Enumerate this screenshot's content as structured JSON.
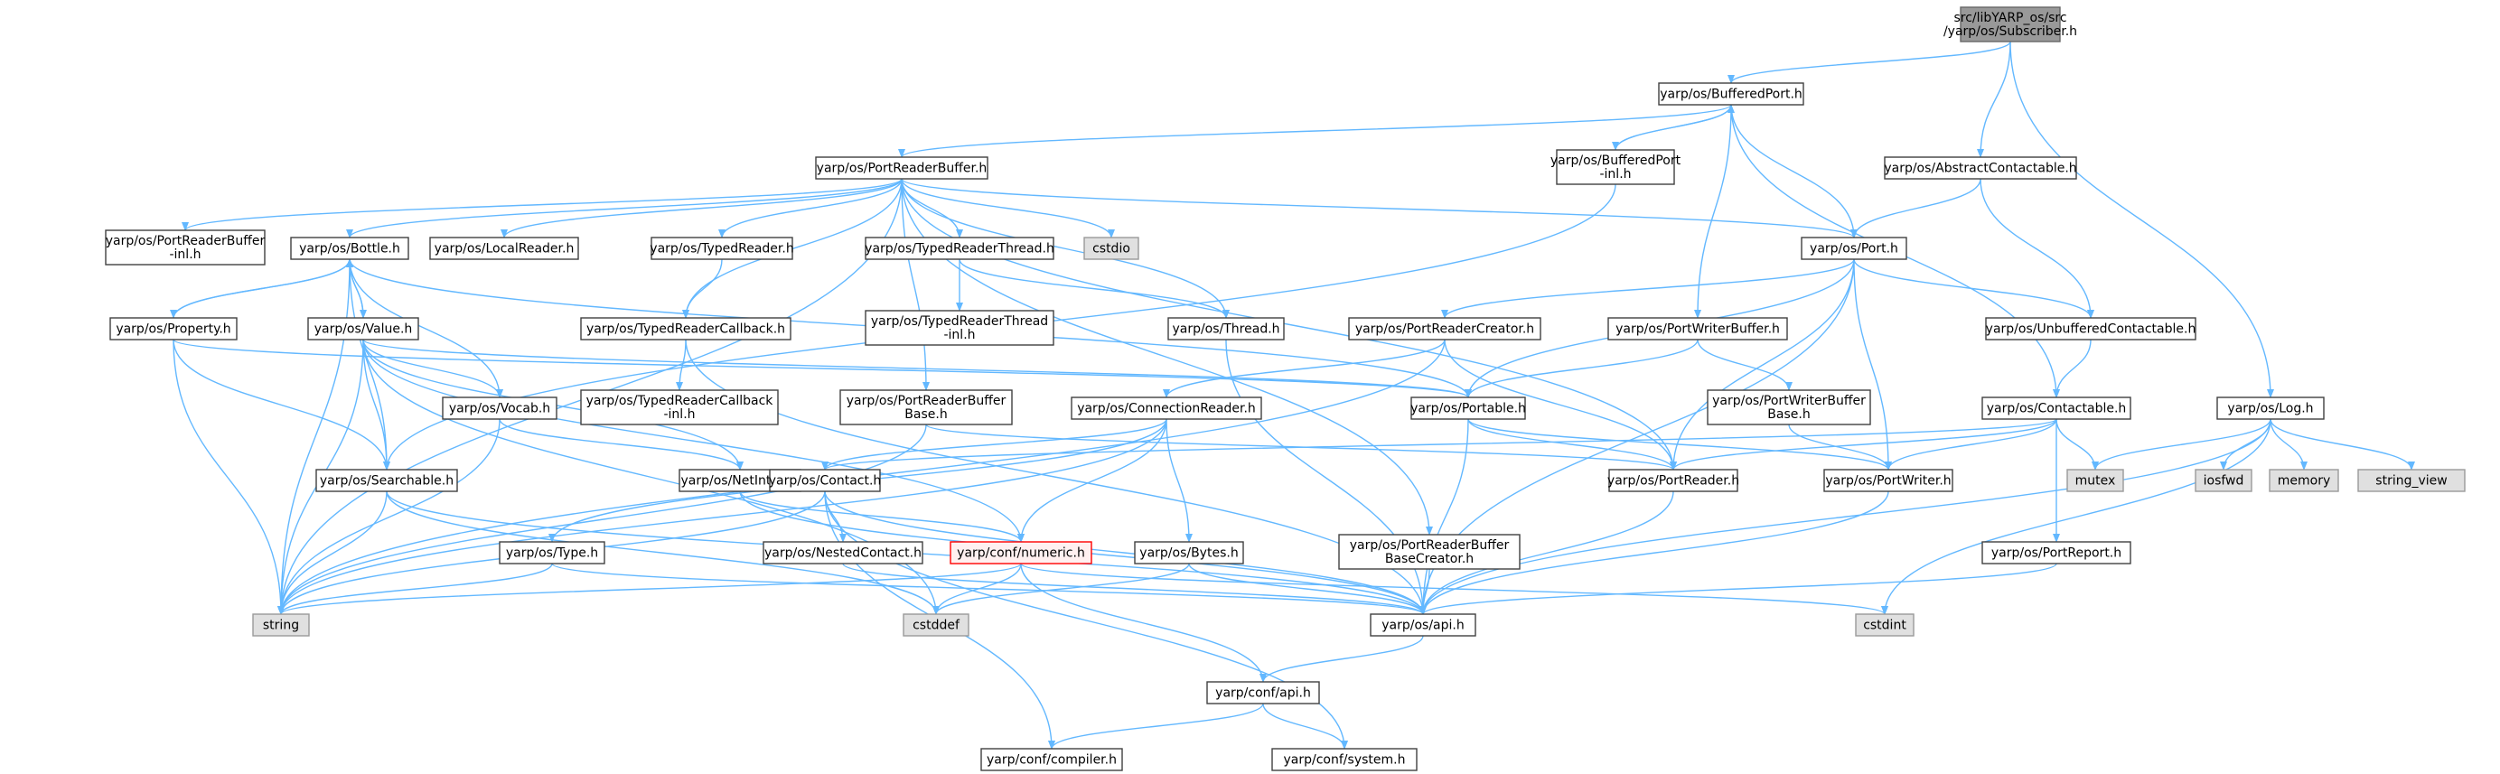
{
  "colors": {
    "edge": "#63b8ff",
    "normal_fill": "#ffffff",
    "normal_border": "#404040",
    "root_fill": "#999999",
    "root_border": "#666666",
    "system_fill": "#e0e0e0",
    "system_border": "#999999",
    "warning_fill": "#fff0f0",
    "warning_border": "#ff0000"
  },
  "nodes": [
    {
      "id": "subscriber",
      "lines": [
        "src/libYARP_os/src",
        "/yarp/os/Subscriber.h"
      ],
      "kind": "root"
    },
    {
      "id": "bufferedport",
      "lines": [
        "yarp/os/BufferedPort.h"
      ],
      "kind": "normal"
    },
    {
      "id": "portreaderbuffer",
      "lines": [
        "yarp/os/PortReaderBuffer.h"
      ],
      "kind": "normal"
    },
    {
      "id": "bufferedport_inl",
      "lines": [
        "yarp/os/BufferedPort",
        "-inl.h"
      ],
      "kind": "normal"
    },
    {
      "id": "abstractcontactable",
      "lines": [
        "yarp/os/AbstractContactable.h"
      ],
      "kind": "normal"
    },
    {
      "id": "portreaderbuffer_inl",
      "lines": [
        "yarp/os/PortReaderBuffer",
        "-inl.h"
      ],
      "kind": "normal"
    },
    {
      "id": "bottle",
      "lines": [
        "yarp/os/Bottle.h"
      ],
      "kind": "normal"
    },
    {
      "id": "localreader",
      "lines": [
        "yarp/os/LocalReader.h"
      ],
      "kind": "normal"
    },
    {
      "id": "typedreader",
      "lines": [
        "yarp/os/TypedReader.h"
      ],
      "kind": "normal"
    },
    {
      "id": "typedreaderthread",
      "lines": [
        "yarp/os/TypedReaderThread.h"
      ],
      "kind": "normal"
    },
    {
      "id": "cstdio",
      "lines": [
        "cstdio"
      ],
      "kind": "system"
    },
    {
      "id": "port",
      "lines": [
        "yarp/os/Port.h"
      ],
      "kind": "normal"
    },
    {
      "id": "property",
      "lines": [
        "yarp/os/Property.h"
      ],
      "kind": "normal"
    },
    {
      "id": "value",
      "lines": [
        "yarp/os/Value.h"
      ],
      "kind": "normal"
    },
    {
      "id": "typedreadercallback",
      "lines": [
        "yarp/os/TypedReaderCallback.h"
      ],
      "kind": "normal"
    },
    {
      "id": "typedreaderthread_inl",
      "lines": [
        "yarp/os/TypedReaderThread",
        "-inl.h"
      ],
      "kind": "normal"
    },
    {
      "id": "thread",
      "lines": [
        "yarp/os/Thread.h"
      ],
      "kind": "normal"
    },
    {
      "id": "portreadercreator",
      "lines": [
        "yarp/os/PortReaderCreator.h"
      ],
      "kind": "normal"
    },
    {
      "id": "portwriterbuffer",
      "lines": [
        "yarp/os/PortWriterBuffer.h"
      ],
      "kind": "normal"
    },
    {
      "id": "unbufferedcontactable",
      "lines": [
        "yarp/os/UnbufferedContactable.h"
      ],
      "kind": "normal"
    },
    {
      "id": "typedreadercallback_inl",
      "lines": [
        "yarp/os/TypedReaderCallback",
        "-inl.h"
      ],
      "kind": "normal"
    },
    {
      "id": "portreaderbufferbase",
      "lines": [
        "yarp/os/PortReaderBuffer",
        "Base.h"
      ],
      "kind": "normal"
    },
    {
      "id": "vocab",
      "lines": [
        "yarp/os/Vocab.h"
      ],
      "kind": "normal"
    },
    {
      "id": "connectionreader",
      "lines": [
        "yarp/os/ConnectionReader.h"
      ],
      "kind": "normal"
    },
    {
      "id": "portable",
      "lines": [
        "yarp/os/Portable.h"
      ],
      "kind": "normal"
    },
    {
      "id": "portwriterbufferbase",
      "lines": [
        "yarp/os/PortWriterBuffer",
        "Base.h"
      ],
      "kind": "normal"
    },
    {
      "id": "contactable",
      "lines": [
        "yarp/os/Contactable.h"
      ],
      "kind": "normal"
    },
    {
      "id": "log",
      "lines": [
        "yarp/os/Log.h"
      ],
      "kind": "normal"
    },
    {
      "id": "searchable",
      "lines": [
        "yarp/os/Searchable.h"
      ],
      "kind": "normal"
    },
    {
      "id": "nestedint32",
      "lines": [
        "yarp/os/NetInt32.h"
      ],
      "kind": "normal"
    },
    {
      "id": "contact",
      "lines": [
        "yarp/os/Contact.h"
      ],
      "kind": "normal"
    },
    {
      "id": "portreader",
      "lines": [
        "yarp/os/PortReader.h"
      ],
      "kind": "normal"
    },
    {
      "id": "portwriter",
      "lines": [
        "yarp/os/PortWriter.h"
      ],
      "kind": "normal"
    },
    {
      "id": "mutex",
      "lines": [
        "mutex"
      ],
      "kind": "system"
    },
    {
      "id": "iosfwd",
      "lines": [
        "iosfwd"
      ],
      "kind": "system"
    },
    {
      "id": "memory",
      "lines": [
        "memory"
      ],
      "kind": "system"
    },
    {
      "id": "string_view",
      "lines": [
        "string_view"
      ],
      "kind": "system"
    },
    {
      "id": "type",
      "lines": [
        "yarp/os/Type.h"
      ],
      "kind": "normal"
    },
    {
      "id": "nestedcontact",
      "lines": [
        "yarp/os/NestedContact.h"
      ],
      "kind": "normal"
    },
    {
      "id": "numeric",
      "lines": [
        "yarp/conf/numeric.h"
      ],
      "kind": "warning"
    },
    {
      "id": "bytes",
      "lines": [
        "yarp/os/Bytes.h"
      ],
      "kind": "normal"
    },
    {
      "id": "portreaderbufferbasecreator",
      "lines": [
        "yarp/os/PortReaderBuffer",
        "BaseCreator.h"
      ],
      "kind": "normal"
    },
    {
      "id": "portreport",
      "lines": [
        "yarp/os/PortReport.h"
      ],
      "kind": "normal"
    },
    {
      "id": "string",
      "lines": [
        "string"
      ],
      "kind": "system"
    },
    {
      "id": "cstddef",
      "lines": [
        "cstddef"
      ],
      "kind": "system"
    },
    {
      "id": "api",
      "lines": [
        "yarp/os/api.h"
      ],
      "kind": "normal"
    },
    {
      "id": "cstdint",
      "lines": [
        "cstdint"
      ],
      "kind": "system"
    },
    {
      "id": "confapi",
      "lines": [
        "yarp/conf/api.h"
      ],
      "kind": "normal"
    },
    {
      "id": "compiler",
      "lines": [
        "yarp/conf/compiler.h"
      ],
      "kind": "normal"
    },
    {
      "id": "system",
      "lines": [
        "yarp/conf/system.h"
      ],
      "kind": "normal"
    }
  ],
  "edges": [
    [
      "subscriber",
      "bufferedport"
    ],
    [
      "subscriber",
      "abstractcontactable"
    ],
    [
      "subscriber",
      "log"
    ],
    [
      "bufferedport",
      "portreaderbuffer"
    ],
    [
      "bufferedport",
      "bufferedport_inl"
    ],
    [
      "bufferedport",
      "port"
    ],
    [
      "bufferedport",
      "portwriterbuffer"
    ],
    [
      "bufferedport",
      "contactable"
    ],
    [
      "bufferedport_inl",
      "bufferedport"
    ],
    [
      "bufferedport_inl",
      "searchable"
    ],
    [
      "abstractcontactable",
      "port"
    ],
    [
      "abstractcontactable",
      "unbufferedcontactable"
    ],
    [
      "portreaderbuffer",
      "portreaderbuffer_inl"
    ],
    [
      "portreaderbuffer",
      "bottle"
    ],
    [
      "portreaderbuffer",
      "localreader"
    ],
    [
      "portreaderbuffer",
      "typedreader"
    ],
    [
      "portreaderbuffer",
      "typedreaderthread"
    ],
    [
      "portreaderbuffer",
      "cstdio"
    ],
    [
      "portreaderbuffer",
      "port"
    ],
    [
      "portreaderbuffer",
      "typedreadercallback"
    ],
    [
      "portreaderbuffer",
      "thread"
    ],
    [
      "portreaderbuffer",
      "portreaderbufferbase"
    ],
    [
      "portreaderbuffer",
      "portreaderbufferbasecreator"
    ],
    [
      "portreaderbuffer",
      "portreader"
    ],
    [
      "portreaderbuffer",
      "string"
    ],
    [
      "bottle",
      "property"
    ],
    [
      "bottle",
      "value"
    ],
    [
      "bottle",
      "vocab"
    ],
    [
      "bottle",
      "searchable"
    ],
    [
      "bottle",
      "portable"
    ],
    [
      "bottle",
      "string"
    ],
    [
      "property",
      "bottle"
    ],
    [
      "property",
      "searchable"
    ],
    [
      "property",
      "portable"
    ],
    [
      "property",
      "string"
    ],
    [
      "value",
      "bottle"
    ],
    [
      "value",
      "vocab"
    ],
    [
      "value",
      "searchable"
    ],
    [
      "value",
      "numeric"
    ],
    [
      "value",
      "portable"
    ],
    [
      "value",
      "string"
    ],
    [
      "value",
      "cstddef"
    ],
    [
      "value",
      "nestedint32"
    ],
    [
      "typedreader",
      "typedreadercallback"
    ],
    [
      "typedreadercallback",
      "typedreadercallback_inl"
    ],
    [
      "typedreadercallback",
      "api"
    ],
    [
      "typedreaderthread",
      "typedreaderthread_inl"
    ],
    [
      "typedreaderthread",
      "thread"
    ],
    [
      "thread",
      "api"
    ],
    [
      "port",
      "portreadercreator"
    ],
    [
      "port",
      "unbufferedcontactable"
    ],
    [
      "port",
      "portable"
    ],
    [
      "port",
      "portreader"
    ],
    [
      "port",
      "portwriter"
    ],
    [
      "port",
      "api"
    ],
    [
      "portreadercreator",
      "portreader"
    ],
    [
      "portreadercreator",
      "connectionreader"
    ],
    [
      "portreadercreator",
      "string"
    ],
    [
      "portwriterbuffer",
      "portwriterbufferbase"
    ],
    [
      "portwriterbuffer",
      "portable"
    ],
    [
      "portwriterbufferbase",
      "portwriter"
    ],
    [
      "unbufferedcontactable",
      "contactable"
    ],
    [
      "contactable",
      "contact"
    ],
    [
      "contactable",
      "portreader"
    ],
    [
      "contactable",
      "portwriter"
    ],
    [
      "contactable",
      "mutex"
    ],
    [
      "contactable",
      "portreport"
    ],
    [
      "log",
      "mutex"
    ],
    [
      "log",
      "iosfwd"
    ],
    [
      "log",
      "memory"
    ],
    [
      "log",
      "string_view"
    ],
    [
      "log",
      "api"
    ],
    [
      "log",
      "cstdint"
    ],
    [
      "portreaderbufferbase",
      "portreader"
    ],
    [
      "portreaderbufferbase",
      "string"
    ],
    [
      "vocab",
      "nestedint32"
    ],
    [
      "vocab",
      "string"
    ],
    [
      "connectionreader",
      "contact"
    ],
    [
      "connectionreader",
      "bytes"
    ],
    [
      "connectionreader",
      "numeric"
    ],
    [
      "connectionreader",
      "type"
    ],
    [
      "connectionreader",
      "string"
    ],
    [
      "portable",
      "portreader"
    ],
    [
      "portable",
      "portwriter"
    ],
    [
      "portable",
      "api"
    ],
    [
      "searchable",
      "string"
    ],
    [
      "searchable",
      "cstddef"
    ],
    [
      "searchable",
      "api"
    ],
    [
      "nestedint32",
      "numeric"
    ],
    [
      "nestedint32",
      "api"
    ],
    [
      "contact",
      "nestedcontact"
    ],
    [
      "contact",
      "string"
    ],
    [
      "contact",
      "api"
    ],
    [
      "contact",
      "compiler"
    ],
    [
      "contact",
      "system"
    ],
    [
      "portreader",
      "api"
    ],
    [
      "portwriter",
      "api"
    ],
    [
      "type",
      "string"
    ],
    [
      "type",
      "api"
    ],
    [
      "nestedcontact",
      "api"
    ],
    [
      "numeric",
      "string"
    ],
    [
      "numeric",
      "cstddef"
    ],
    [
      "numeric",
      "confapi"
    ],
    [
      "numeric",
      "cstdint"
    ],
    [
      "bytes",
      "cstddef"
    ],
    [
      "bytes",
      "api"
    ],
    [
      "portreaderbufferbasecreator",
      "api"
    ],
    [
      "portreport",
      "api"
    ],
    [
      "api",
      "confapi"
    ],
    [
      "confapi",
      "compiler"
    ],
    [
      "confapi",
      "system"
    ]
  ]
}
